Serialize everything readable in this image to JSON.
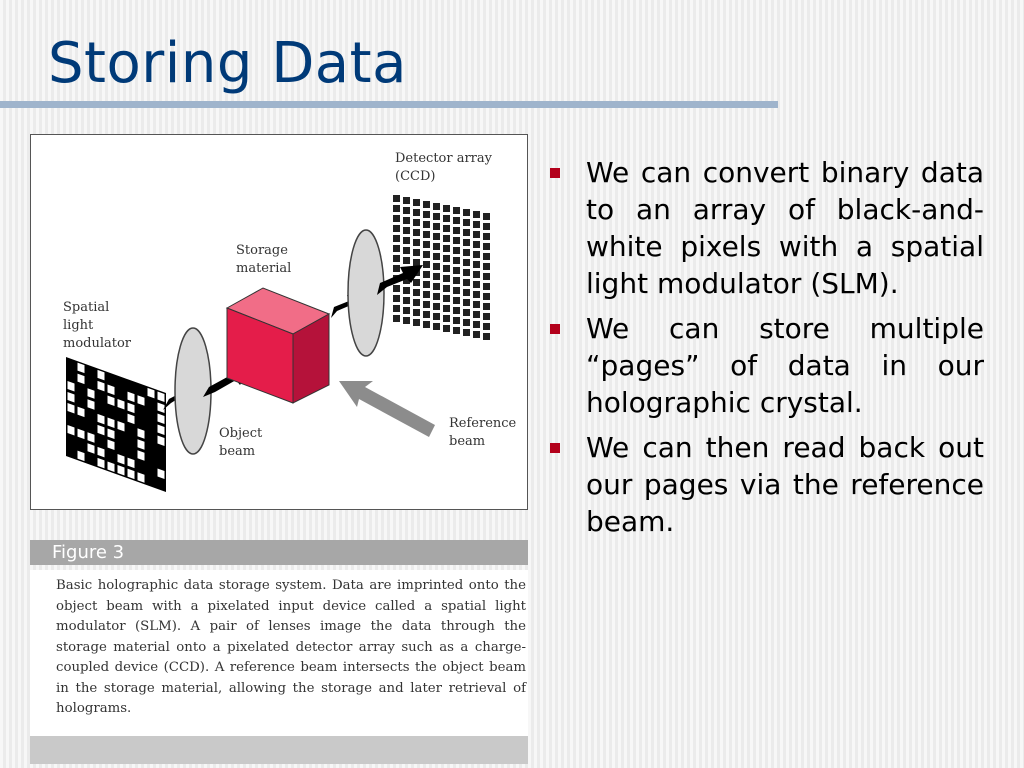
{
  "slide": {
    "title": "Storing Data"
  },
  "figure": {
    "labels": {
      "detector_line1": "Detector array",
      "detector_line2": "(CCD)",
      "storage_line1": "Storage",
      "storage_line2": "material",
      "slm_line1": "Spatial",
      "slm_line2": "light",
      "slm_line3": "modulator",
      "object_line1": "Object",
      "object_line2": "beam",
      "reference_line1": "Reference",
      "reference_line2": "beam"
    },
    "colors": {
      "storage_front": "#e41d4a",
      "storage_top": "#f16d87",
      "storage_side": "#b5123a",
      "lens": "#d8d8d8",
      "beam": "#000000",
      "reference_arrow": "#8c8c8c"
    },
    "caption_header": "Figure 3",
    "caption_text": "Basic holographic data storage system. Data are imprinted onto the object beam with a pixelated input device called a spatial light modulator (SLM). A pair of lenses image the data through the storage material onto a pixelated detector array such as a charge-coupled device (CCD). A reference beam intersects the object beam in the storage material, allowing the storage and later retrieval of holograms."
  },
  "bullets": [
    {
      "text": "We can convert binary data to an array of black-and-white pixels with a spatial light modulator (SLM)."
    },
    {
      "text": "We can store multiple “pages” of data in our holographic crystal."
    },
    {
      "text": "We can then read back out our pages via the reference beam."
    }
  ],
  "theme": {
    "title_color": "#003a78",
    "rule_color": "#9fb4cc",
    "bullet_color": "#b3001b"
  }
}
